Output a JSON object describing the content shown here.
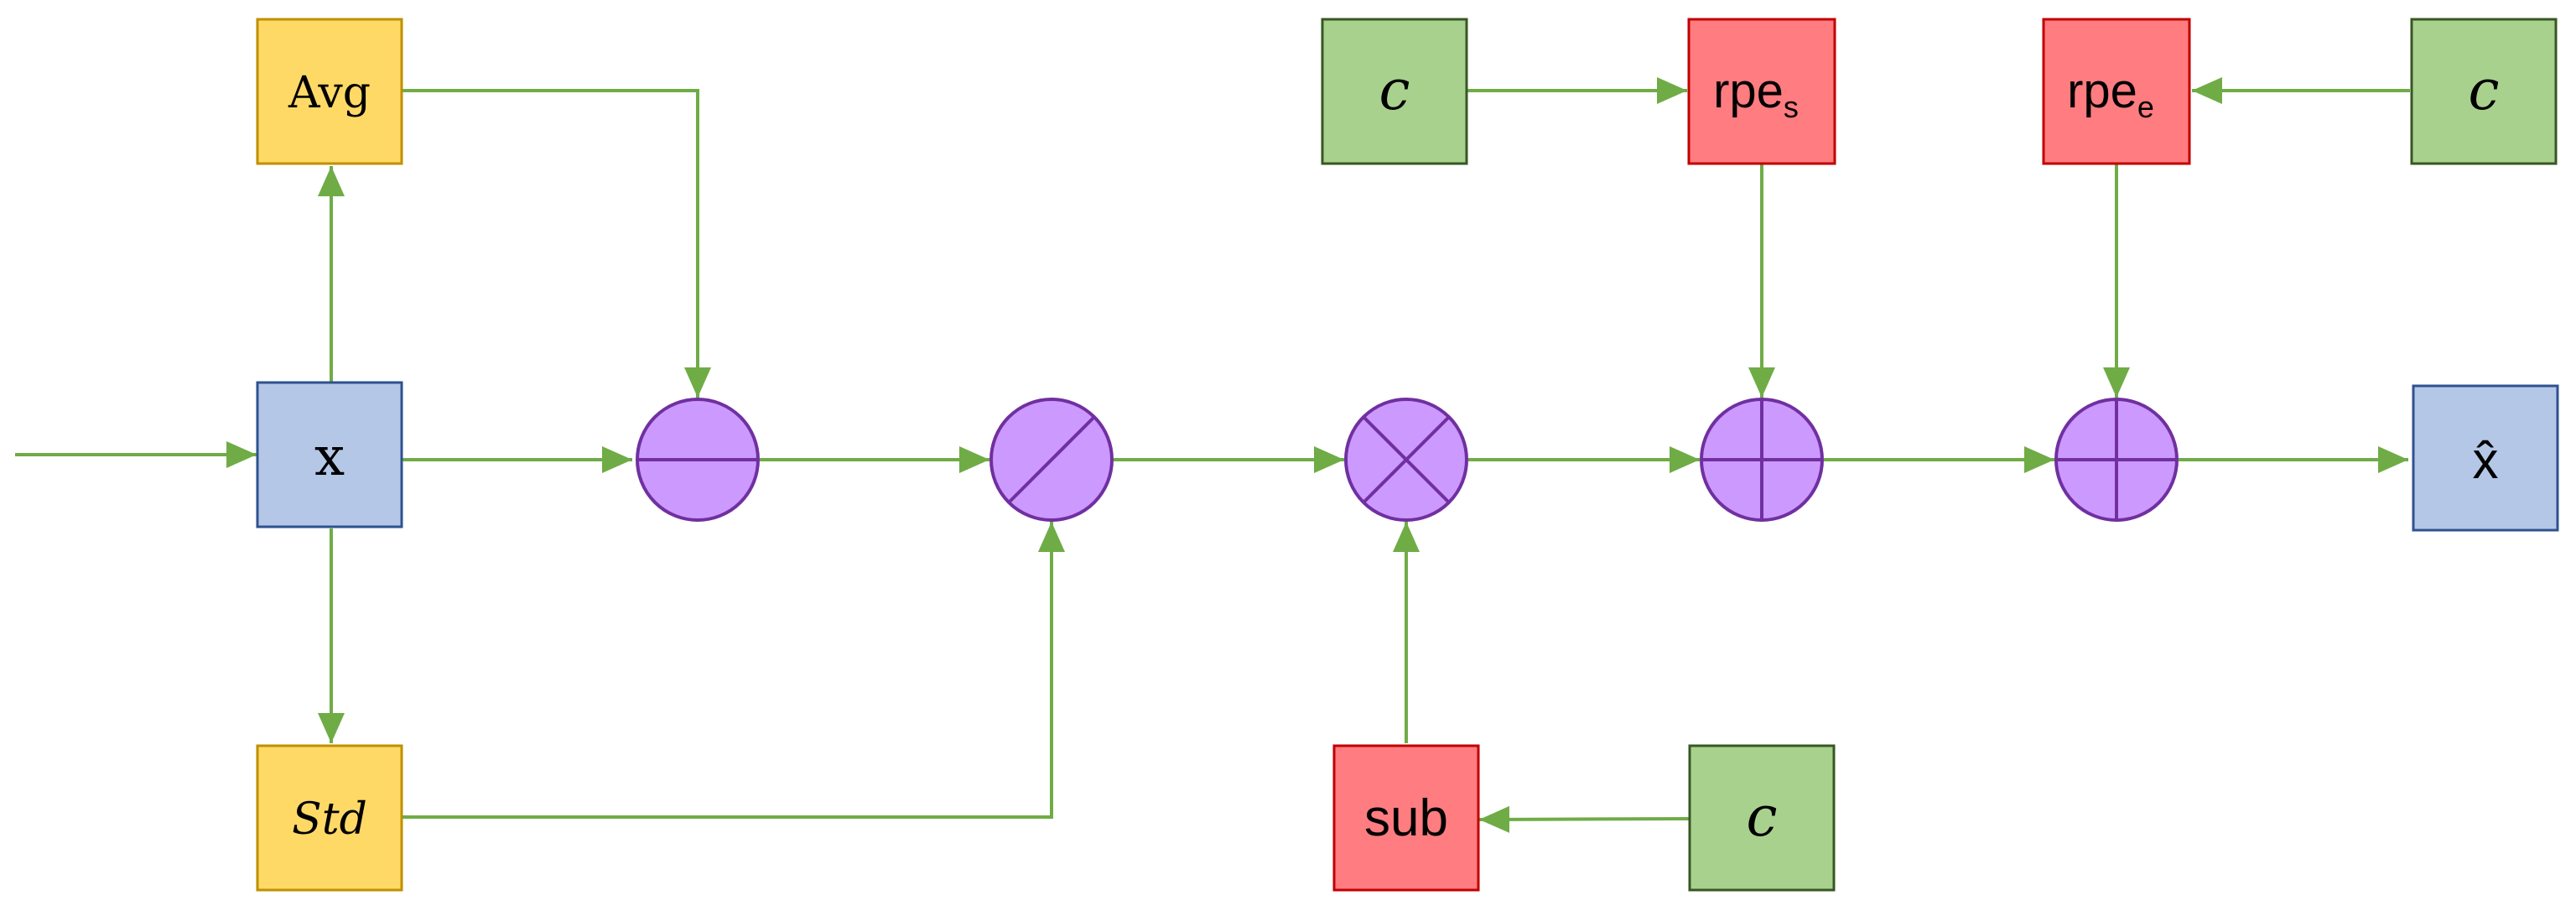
{
  "colors": {
    "arrow": "#6fac46",
    "input_box": "#b4c7e7",
    "input_border": "#2f528f",
    "stat_box": "#ffd966",
    "stat_border": "#bf9000",
    "const_box": "#a9d18e",
    "const_border": "#385723",
    "param_box": "#ff7c80",
    "param_border": "#c00000",
    "operator_fill": "#cc99ff",
    "operator_border": "#7030a0"
  },
  "nodes": {
    "input": "x",
    "avg": "Avg",
    "std": "Std",
    "const_top": "c",
    "rpe_s_base": "rpe",
    "rpe_s_sub": "s",
    "rpe_e_base": "rpe",
    "rpe_e_sub": "e",
    "const_right": "c",
    "sub": "sub",
    "const_bottom": "c",
    "output": "x̂"
  },
  "operators": [
    "subtract",
    "divide",
    "multiply",
    "add",
    "add"
  ]
}
